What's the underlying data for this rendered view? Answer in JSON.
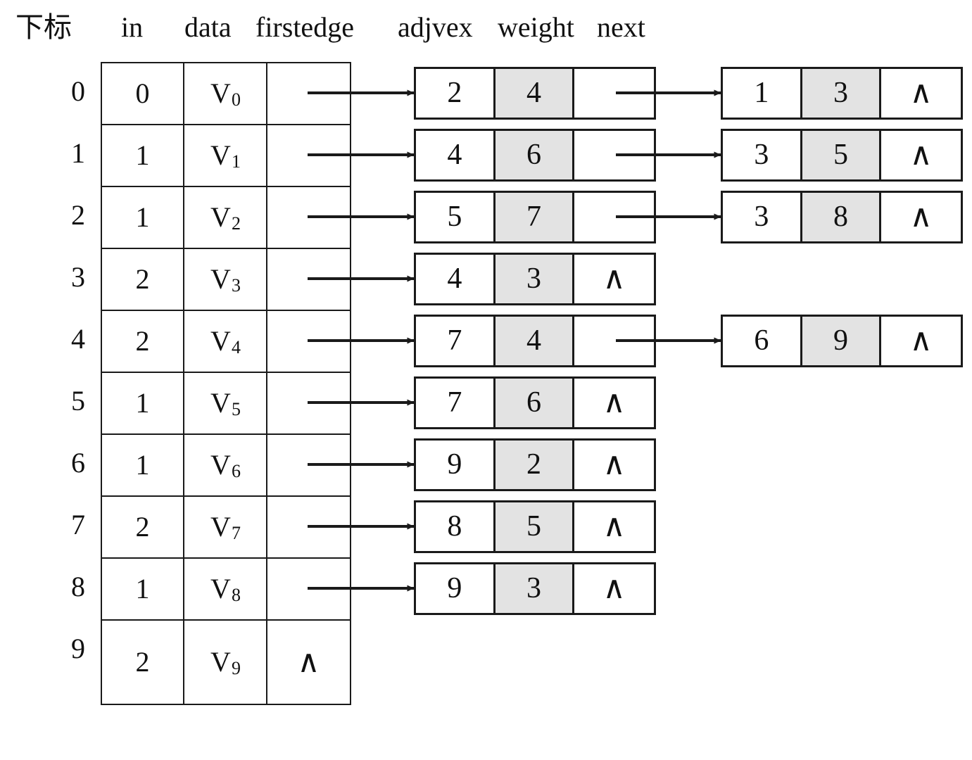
{
  "headers": {
    "index": "下标",
    "in": "in",
    "data": "data",
    "firstedge": "firstedge",
    "adjvex": "adjvex",
    "weight": "weight",
    "next": "next"
  },
  "symbols": {
    "null_pointer": "∧"
  },
  "colors": {
    "line": "#1a1a1a",
    "weight_cell_fill": "#e3e3e3",
    "background": "#ffffff"
  },
  "vertex_table": {
    "rows": [
      {
        "index": "0",
        "in": "0",
        "data_letter": "V",
        "data_sub": "0",
        "firstedge": ""
      },
      {
        "index": "1",
        "in": "1",
        "data_letter": "V",
        "data_sub": "1",
        "firstedge": ""
      },
      {
        "index": "2",
        "in": "1",
        "data_letter": "V",
        "data_sub": "2",
        "firstedge": ""
      },
      {
        "index": "3",
        "in": "2",
        "data_letter": "V",
        "data_sub": "3",
        "firstedge": ""
      },
      {
        "index": "4",
        "in": "2",
        "data_letter": "V",
        "data_sub": "4",
        "firstedge": ""
      },
      {
        "index": "5",
        "in": "1",
        "data_letter": "V",
        "data_sub": "5",
        "firstedge": ""
      },
      {
        "index": "6",
        "in": "1",
        "data_letter": "V",
        "data_sub": "6",
        "firstedge": ""
      },
      {
        "index": "7",
        "in": "2",
        "data_letter": "V",
        "data_sub": "7",
        "firstedge": ""
      },
      {
        "index": "8",
        "in": "1",
        "data_letter": "V",
        "data_sub": "8",
        "firstedge": ""
      },
      {
        "index": "9",
        "in": "2",
        "data_letter": "V",
        "data_sub": "9",
        "firstedge": "∧"
      }
    ]
  },
  "adjacency_lists": [
    {
      "vertex": "0",
      "nodes": [
        {
          "adjvex": "2",
          "weight": "4",
          "next": ""
        },
        {
          "adjvex": "1",
          "weight": "3",
          "next": "∧"
        }
      ]
    },
    {
      "vertex": "1",
      "nodes": [
        {
          "adjvex": "4",
          "weight": "6",
          "next": ""
        },
        {
          "adjvex": "3",
          "weight": "5",
          "next": "∧"
        }
      ]
    },
    {
      "vertex": "2",
      "nodes": [
        {
          "adjvex": "5",
          "weight": "7",
          "next": ""
        },
        {
          "adjvex": "3",
          "weight": "8",
          "next": "∧"
        }
      ]
    },
    {
      "vertex": "3",
      "nodes": [
        {
          "adjvex": "4",
          "weight": "3",
          "next": "∧"
        }
      ]
    },
    {
      "vertex": "4",
      "nodes": [
        {
          "adjvex": "7",
          "weight": "4",
          "next": ""
        },
        {
          "adjvex": "6",
          "weight": "9",
          "next": "∧"
        }
      ]
    },
    {
      "vertex": "5",
      "nodes": [
        {
          "adjvex": "7",
          "weight": "6",
          "next": "∧"
        }
      ]
    },
    {
      "vertex": "6",
      "nodes": [
        {
          "adjvex": "9",
          "weight": "2",
          "next": "∧"
        }
      ]
    },
    {
      "vertex": "7",
      "nodes": [
        {
          "adjvex": "8",
          "weight": "5",
          "next": "∧"
        }
      ]
    },
    {
      "vertex": "8",
      "nodes": [
        {
          "adjvex": "9",
          "weight": "3",
          "next": "∧"
        }
      ]
    },
    {
      "vertex": "9",
      "nodes": []
    }
  ]
}
